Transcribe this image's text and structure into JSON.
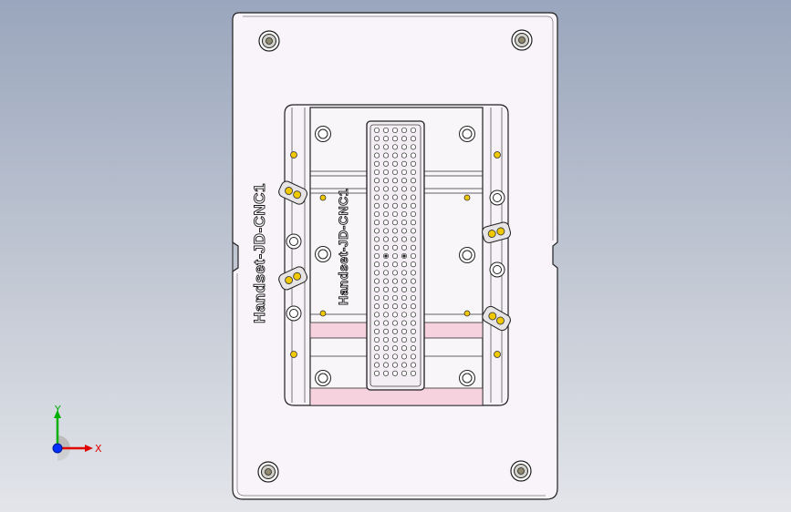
{
  "model": {
    "fixture_label": "Handset-JD-CNC1",
    "insert_label": "Handset-JD-CNC1"
  },
  "triad": {
    "x_label": "X",
    "y_label": "Y",
    "x_color": "#e00000",
    "y_color": "#00b000",
    "z_color": "#0030ff"
  },
  "colors": {
    "background_top": "#9aa6bd",
    "background_bottom": "#e3e5ea",
    "plate_fill": "#f9f4f9",
    "outline": "#202020",
    "pink_stripe": "#f6d2de",
    "highlight_yellow": "#f0c800"
  }
}
